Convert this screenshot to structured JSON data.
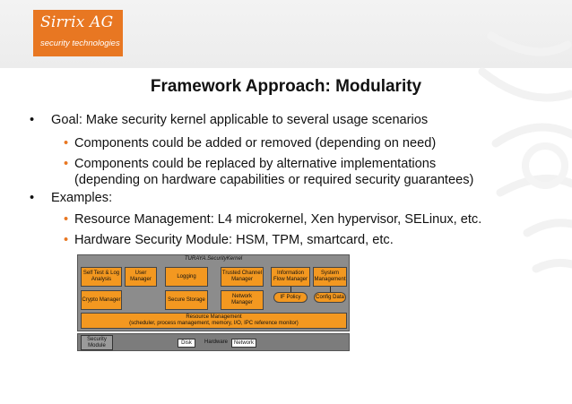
{
  "header": {
    "brand_name": "Sirrix AG",
    "brand_tagline": "security technologies",
    "brand_color": "#e87722"
  },
  "slide": {
    "title": "Framework Approach: Modularity",
    "bullets": [
      {
        "text": "Goal: Make security kernel applicable to several usage scenarios",
        "subs": [
          "Components could be added or removed (depending on need)",
          "Components could be replaced by alternative implementations",
          "(depending on hardware capabilities or required security guarantees)"
        ]
      },
      {
        "text": "Examples:",
        "subs": [
          "Resource Management: L4 microkernel, Xen hypervisor, SELinux, etc.",
          "Hardware Security Module: HSM, TPM, smartcard, etc."
        ]
      }
    ]
  },
  "diagram": {
    "kernel_title": "TURAYA.SecurityKernel",
    "row1": [
      "Self Test & Log Analysis",
      "User Manager",
      "Logging",
      "Trusted Channel Manager",
      "Information Flow Manager",
      "System Management"
    ],
    "row2": [
      "Crypto Manager",
      "Secure Storage",
      "Network Manager",
      "IF Policy",
      "Config Data"
    ],
    "resource_title": "Resource Management",
    "resource_sub": "(scheduler, process management, memory, I/O, IPC reference monitor)",
    "security_module": "Security Module",
    "hw_disk": "Disk",
    "hw_label": "Hardware",
    "hw_network": "Network"
  }
}
